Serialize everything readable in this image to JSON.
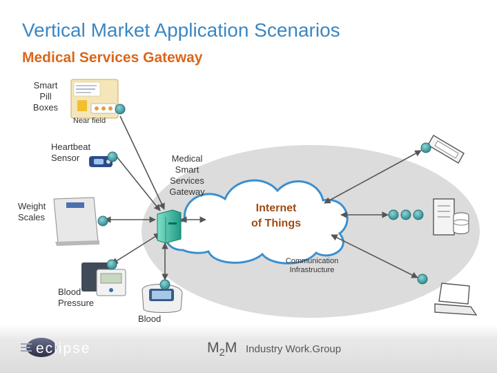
{
  "title": "Vertical Market Application Scenarios",
  "subtitle": "Medical Services Gateway",
  "devices": {
    "pill_boxes": "Smart Pill Boxes",
    "near_field": "Near field",
    "heartbeat": "Heartbeat Sensor",
    "weight": "Weight Scales",
    "blood_pressure": "Blood Pressure",
    "blood_sugar": "Blood Sugar"
  },
  "gateway": "Medical Smart Services Gateway",
  "cloud": {
    "line1": "Internet",
    "line2": "of Things"
  },
  "infrastructure": {
    "line1": "Communication",
    "line2": "Infrastructure"
  },
  "footer": {
    "eclipse": "eclipse",
    "m2m_m1": "M",
    "m2m_2": "2",
    "m2m_m2": "M",
    "workgroup": "Industry Work.Group"
  },
  "colors": {
    "title": "#3a87c4",
    "subtitle": "#d9661a",
    "node": "#4aa3a8",
    "cloud_text": "#a04a12"
  },
  "icons": [
    "pill-box-icon",
    "heart-monitor-icon",
    "scale-icon",
    "gateway-box-icon",
    "bp-monitor-icon",
    "glucose-meter-icon",
    "phone-icon",
    "server-icon",
    "laptop-icon",
    "cloud-icon"
  ]
}
